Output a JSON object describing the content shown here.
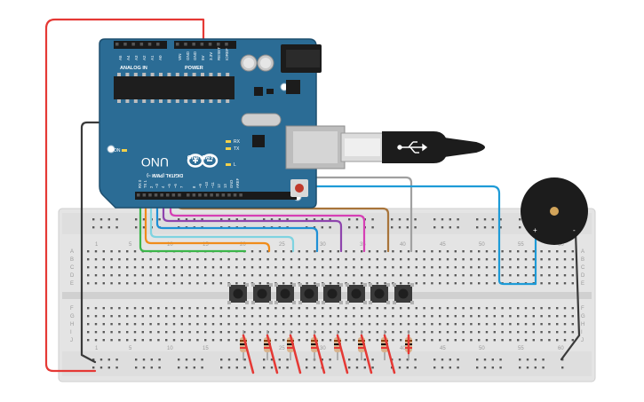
{
  "board": {
    "brand": "ARDUINO",
    "model": "UNO",
    "analog_header": "ANALOG IN",
    "power_header": "POWER",
    "digital_header": "DIGITAL (PWM ~)",
    "analog_pins": [
      "A5",
      "A4",
      "A3",
      "A2",
      "A1",
      "A0"
    ],
    "power_pins": [
      "VIN",
      "GND",
      "GND",
      "5V",
      "3.3V",
      "RESET",
      "IOREF"
    ],
    "digital_pins": [
      "RX 0",
      "TX 1",
      "2",
      "~3",
      "4",
      "~5",
      "~6",
      "7",
      "8",
      "~9",
      "~10",
      "~11",
      "12",
      "13",
      "GND",
      "AREF"
    ],
    "led_labels": [
      "L",
      "TX",
      "RX"
    ],
    "on_label": "ON"
  },
  "breadboard": {
    "column_numbers_top": [
      "1",
      "5",
      "10",
      "15",
      "20",
      "25",
      "30",
      "35",
      "40",
      "45",
      "50",
      "55",
      "60"
    ],
    "column_numbers_bottom": [
      "1",
      "5",
      "10",
      "15",
      "20",
      "25",
      "30",
      "35",
      "40",
      "45",
      "50",
      "55",
      "60"
    ],
    "row_letters_top": [
      "A",
      "B",
      "C",
      "D",
      "E"
    ],
    "row_letters_bottom": [
      "F",
      "G",
      "H",
      "I",
      "J"
    ]
  },
  "buzzer": {
    "plus_label": "+",
    "minus_label": "-"
  },
  "colors": {
    "board": "#2b6c95",
    "breadboard": "#e4e4e4",
    "wire_red": "#e53935",
    "wire_black": "#3a3a3a",
    "wire_blue": "#1e9bd7"
  }
}
